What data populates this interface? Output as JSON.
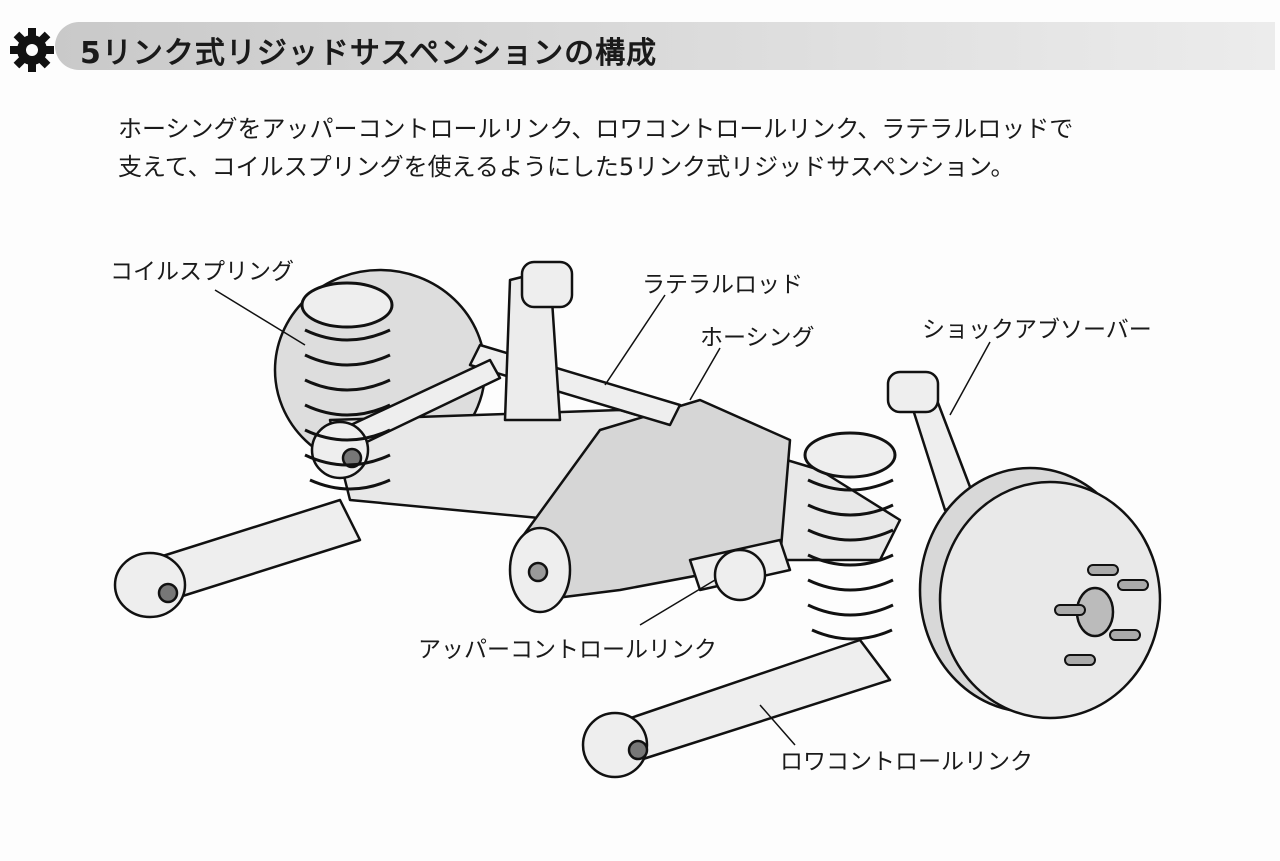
{
  "header": {
    "title": "5リンク式リジッドサスペンションの構成",
    "icon": "gear-icon"
  },
  "description": {
    "line1": "ホーシングをアッパーコントロールリンク、ロワコントロールリンク、ラテラルロッドで",
    "line2": "支えて、コイルスプリングを使えるようにした5リンク式リジッドサスペンション。"
  },
  "labels": {
    "coil_spring": "コイルスプリング",
    "lateral_rod": "ラテラルロッド",
    "housing": "ホーシング",
    "shock_absorber": "ショックアブソーバー",
    "upper_control_link": "アッパーコントロールリンク",
    "lower_control_link": "ロワコントロールリンク"
  }
}
